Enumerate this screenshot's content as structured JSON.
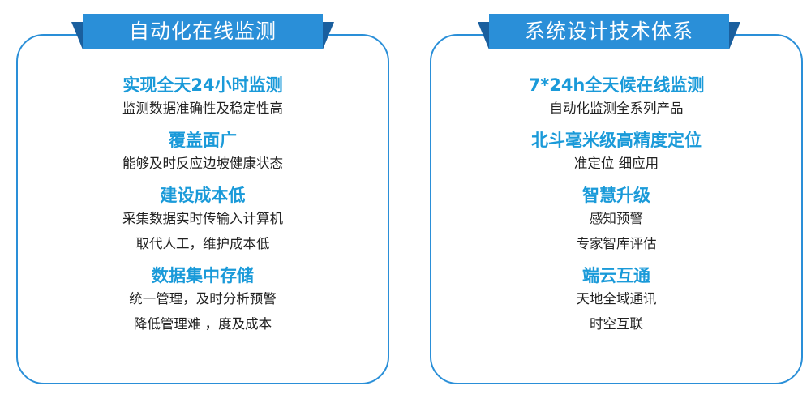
{
  "colors": {
    "ribbon": "#2a8fd8",
    "ribbon_dark": "#1a5f9e",
    "border": "#2a8fd8",
    "heading": "#1a9ad9",
    "body_text": "#222222"
  },
  "left_panel": {
    "title": "自动化在线监测",
    "sections": [
      {
        "title": "实现全天24小时监测",
        "lines": [
          "监测数据准确性及稳定性高"
        ]
      },
      {
        "title": "覆盖面广",
        "lines": [
          "能够及时反应边坡健康状态"
        ]
      },
      {
        "title": "建设成本低",
        "lines": [
          "采集数据实时传输入计算机",
          "取代人工，维护成本低"
        ]
      },
      {
        "title": "数据集中存储",
        "lines": [
          "统一管理，及时分析预警",
          "降低管理难 ，度及成本"
        ]
      }
    ]
  },
  "right_panel": {
    "title": "系统设计技术体系",
    "sections": [
      {
        "title": "7*24h全天候在线监测",
        "lines": [
          "自动化监测全系列产品"
        ]
      },
      {
        "title": "北斗毫米级高精度定位",
        "lines": [
          "准定位 细应用"
        ]
      },
      {
        "title": "智慧升级",
        "lines": [
          "感知预警",
          "专家智库评估"
        ]
      },
      {
        "title": "端云互通",
        "lines": [
          "天地全域通讯",
          "时空互联"
        ]
      }
    ]
  }
}
